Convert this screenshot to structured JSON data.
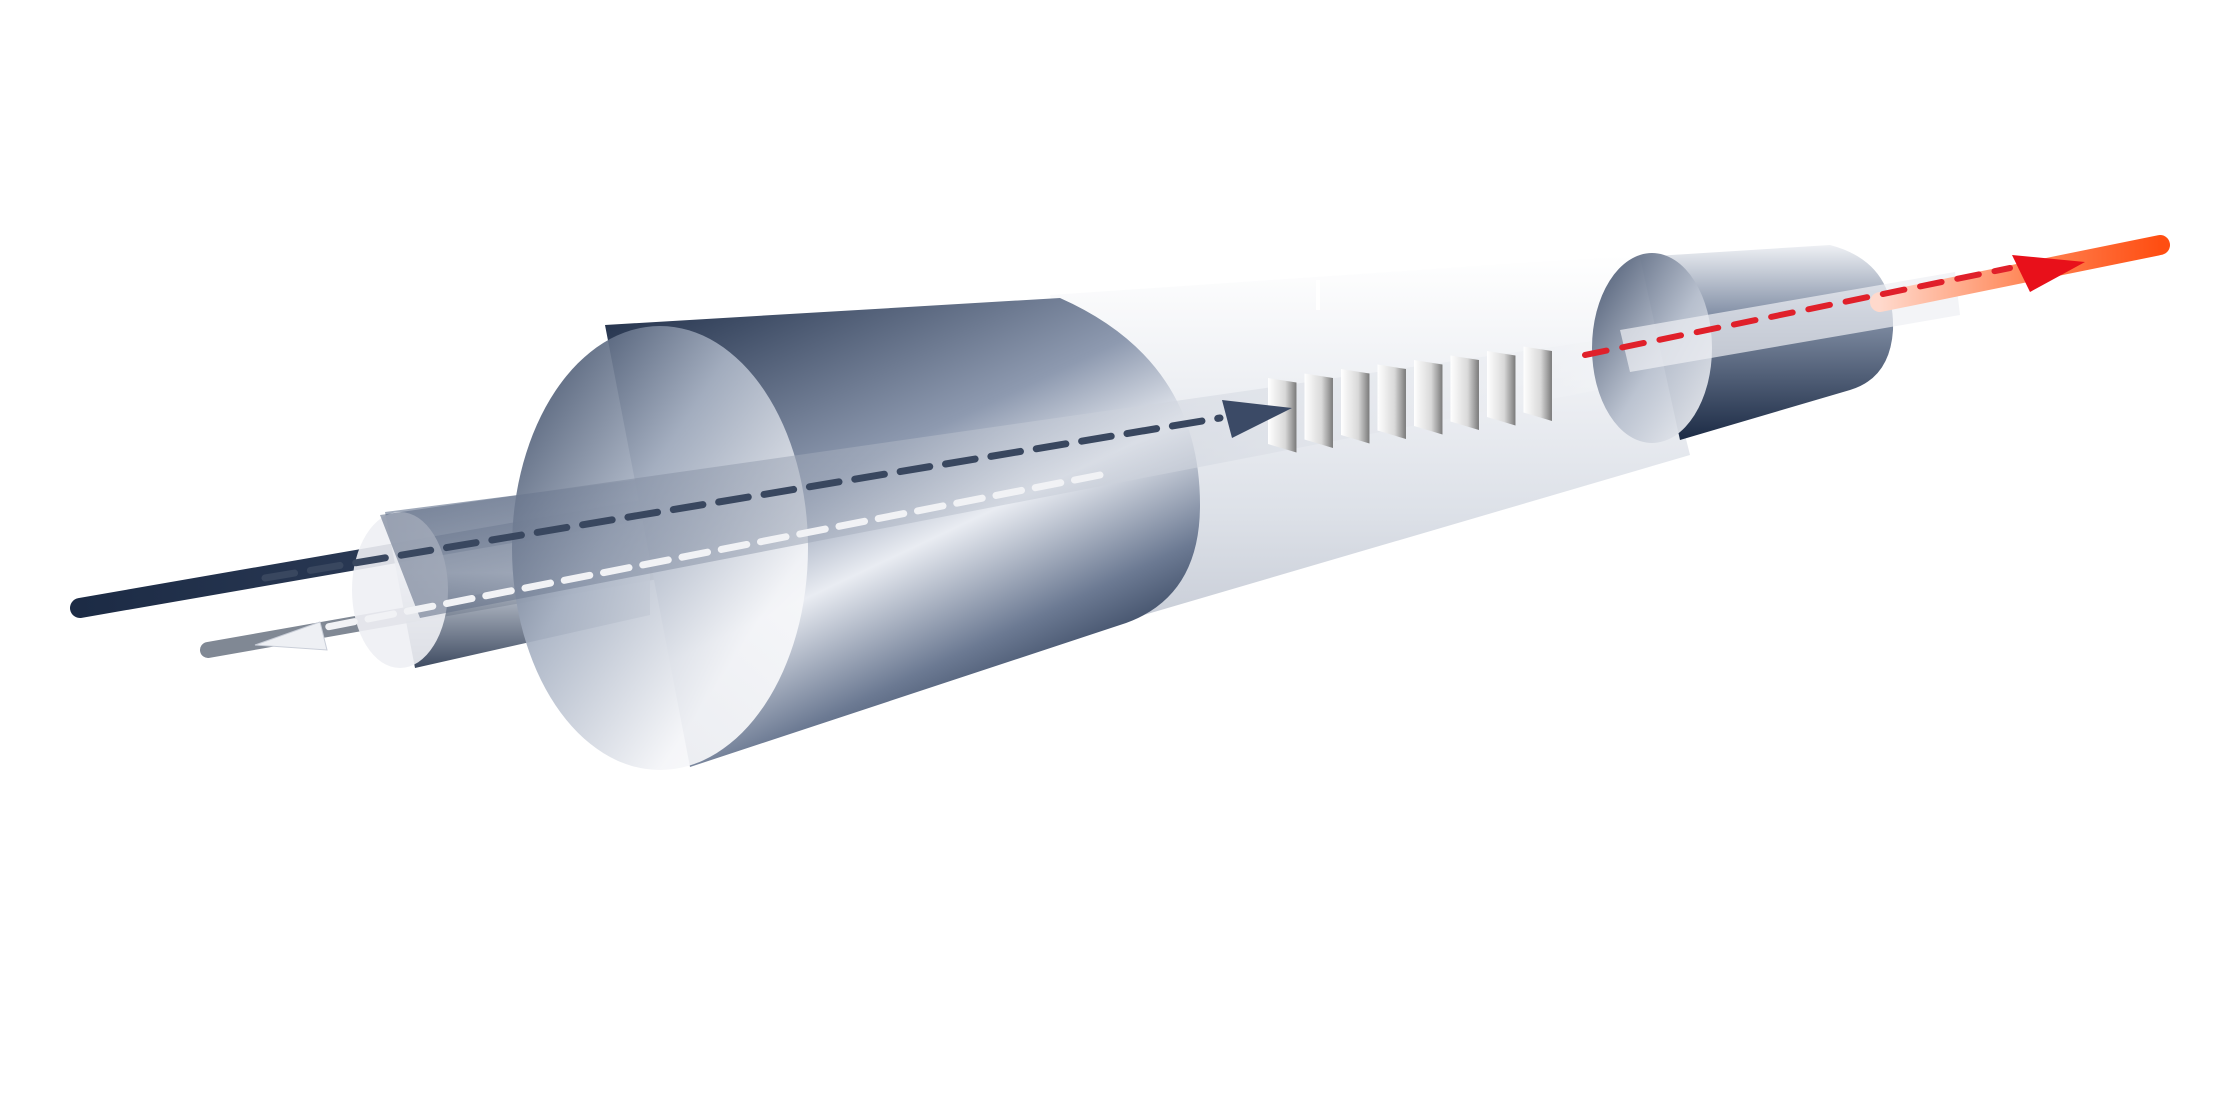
{
  "diagram": {
    "colors": {
      "background": "#ffffff",
      "navy": "#1c2b45",
      "steel": "#5a6b85",
      "light_tube": "#eef0f4",
      "pump_beam": "#27354f",
      "reflected_beam": "#808894",
      "output_beam": "#ff5a1f",
      "output_arrow": "#e8101a"
    },
    "components": [
      {
        "id": "input-fiber",
        "role": "fiber"
      },
      {
        "id": "input-ferrule",
        "role": "ferrule"
      },
      {
        "id": "large-cylinder",
        "role": "housing"
      },
      {
        "id": "tapered-tube",
        "role": "taper"
      },
      {
        "id": "grating-section",
        "role": "grating",
        "periods": 8
      },
      {
        "id": "output-ferrule",
        "role": "ferrule"
      },
      {
        "id": "output-fiber",
        "role": "fiber"
      }
    ],
    "beams": [
      {
        "id": "pump-beam",
        "direction": "forward",
        "color_key": "pump_beam"
      },
      {
        "id": "reflected-beam",
        "direction": "backward",
        "color_key": "reflected_beam"
      },
      {
        "id": "output-beam",
        "direction": "forward",
        "color_key": "output_beam"
      }
    ]
  }
}
